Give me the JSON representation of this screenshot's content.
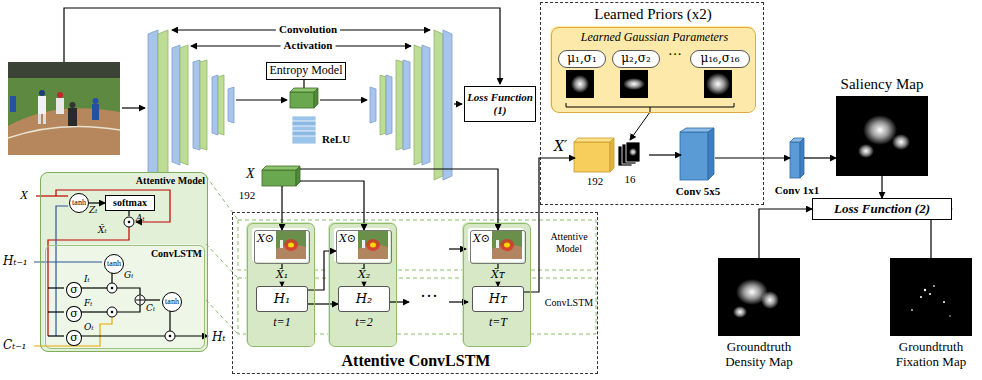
{
  "diagram": {
    "nodes": [
      {
        "text": [
          "Entropy Model"
        ]
      },
      {
        "text": [
          "Loss Function (1)"
        ]
      },
      {
        "text": [
          "Learned Priors (x2)"
        ]
      },
      {
        "text": [
          "Learned Gaussian Parameters"
        ],
        "in": 2
      },
      {
        "text": [
          "μ₁,σ₁"
        ],
        "in": 3
      },
      {
        "text": [
          "μ₂,σ₂"
        ],
        "in": 3
      },
      {
        "text": [
          "μ₁₆,σ₁₆"
        ],
        "in": 3
      },
      {
        "text": [
          "X′",
          "192"
        ],
        "in": 2
      },
      {
        "text": [
          "Conv 5x5"
        ],
        "in": 2
      },
      {
        "text": [
          "Conv 1x1"
        ]
      },
      {
        "text": [
          "Saliency Map"
        ]
      },
      {
        "text": [
          "Loss Function (2)"
        ]
      },
      {
        "text": [
          "Groundtruth Density Map"
        ]
      },
      {
        "text": [
          "Groundtruth Fixation Map"
        ]
      },
      {
        "text": [
          "Attentive Model"
        ]
      },
      {
        "text": [
          "softmax"
        ],
        "in": 14
      },
      {
        "text": [
          "tanh"
        ],
        "in": 14
      },
      {
        "text": [
          "ConvLSTM"
        ],
        "in": 14
      },
      {
        "text": [
          "tanh"
        ],
        "in": 17
      },
      {
        "text": [
          "σ"
        ],
        "in": 17
      },
      {
        "text": [
          "σ"
        ],
        "in": 17
      },
      {
        "text": [
          "σ"
        ],
        "in": 17
      },
      {
        "text": [
          "tanh"
        ],
        "in": 17
      },
      {
        "text": [
          "X",
          "192"
        ]
      },
      {
        "text": [
          "Attentive ConvLSTM"
        ]
      },
      {
        "text": [
          "t=1"
        ],
        "in": 24
      },
      {
        "text": [
          "X⊙"
        ],
        "in": 25
      },
      {
        "text": [
          "H₁"
        ],
        "in": 25
      },
      {
        "text": [
          "t=2"
        ],
        "in": 24
      },
      {
        "text": [
          "X⊙"
        ],
        "in": 28
      },
      {
        "text": [
          "H₂"
        ],
        "in": 28
      },
      {
        "text": [
          "t=T"
        ],
        "in": 24
      },
      {
        "text": [
          "X⊙"
        ],
        "in": 31
      },
      {
        "text": [
          "Hᴛ"
        ],
        "in": 31
      }
    ],
    "edges": [
      {
        "from": 23,
        "to": 26,
        "arrow": "to"
      },
      {
        "from": 23,
        "to": 29,
        "arrow": "to"
      },
      {
        "from": 23,
        "to": 32,
        "arrow": "to"
      },
      {
        "from": 26,
        "to": 27,
        "arrow": "to",
        "label": "X̃₁"
      },
      {
        "from": 29,
        "to": 30,
        "arrow": "to",
        "label": "X̃₂"
      },
      {
        "from": 32,
        "to": 33,
        "arrow": "to",
        "label": "X̃ᴛ"
      },
      {
        "from": 27,
        "to": 29,
        "arrow": "to"
      },
      {
        "from": 27,
        "to": 30,
        "arrow": "to"
      },
      {
        "from": 33,
        "to": 7,
        "arrow": "to"
      },
      {
        "from": 7,
        "to": 8,
        "arrow": "to"
      },
      {
        "from": 8,
        "to": 9,
        "arrow": "to"
      },
      {
        "from": 9,
        "to": 10,
        "arrow": "to"
      },
      {
        "from": 10,
        "to": 11,
        "arrow": "to"
      },
      {
        "from": 12,
        "to": 11,
        "arrow": "to"
      },
      {
        "from": 13,
        "to": 11,
        "arrow": "to"
      },
      {
        "from": 16,
        "to": 15,
        "arrow": "to"
      }
    ],
    "labels": [
      "Convolution",
      "Activation",
      "ReLU",
      "···",
      "16",
      "Attentive Model",
      "ConvLSTM",
      "···",
      "X",
      "Hₜ₋₁",
      "Cₜ₋₁",
      "Hₜ",
      "Zₜ",
      "Aₜ",
      "X̃ₜ",
      "Gₜ",
      "Iₜ",
      "Fₜ",
      "Oₜ",
      "Cₜ"
    ]
  }
}
